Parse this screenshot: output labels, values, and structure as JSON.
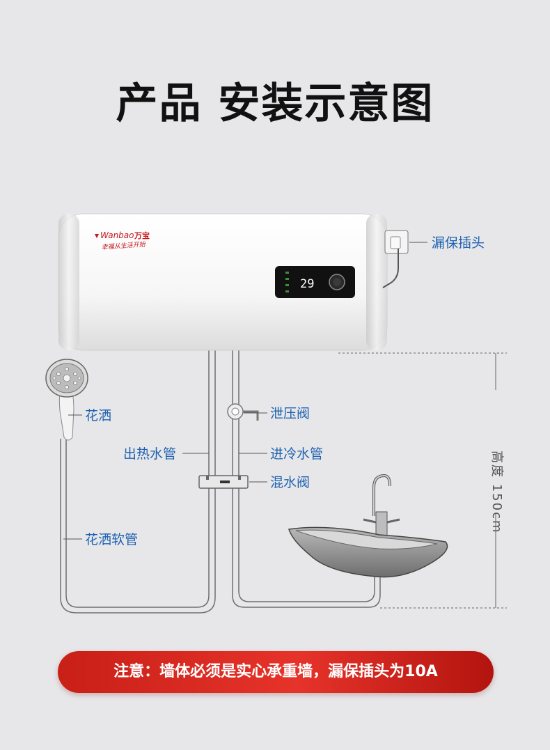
{
  "title": "产品 安装示意图",
  "brand": {
    "logo_text": "Wanbao",
    "logo_cn": "万宝",
    "slogan": "幸福从生活开始"
  },
  "display": {
    "temperature": "29"
  },
  "labels": {
    "plug": "漏保插头",
    "shower_head": "花洒",
    "relief_valve": "泄压阀",
    "hot_pipe": "出热水管",
    "cold_pipe": "进冷水管",
    "mixing_valve": "混水阀",
    "shower_hose": "花洒软管",
    "height": "高度 150cm"
  },
  "notice": "注意：墙体必须是实心承重墙，漏保插头为10A",
  "colors": {
    "background": "#e7e7e9",
    "callout_text": "#1f62b2",
    "notice_red": "#d9251c",
    "heater_body": "#f7f7f7",
    "brand_red": "#c8161d"
  }
}
